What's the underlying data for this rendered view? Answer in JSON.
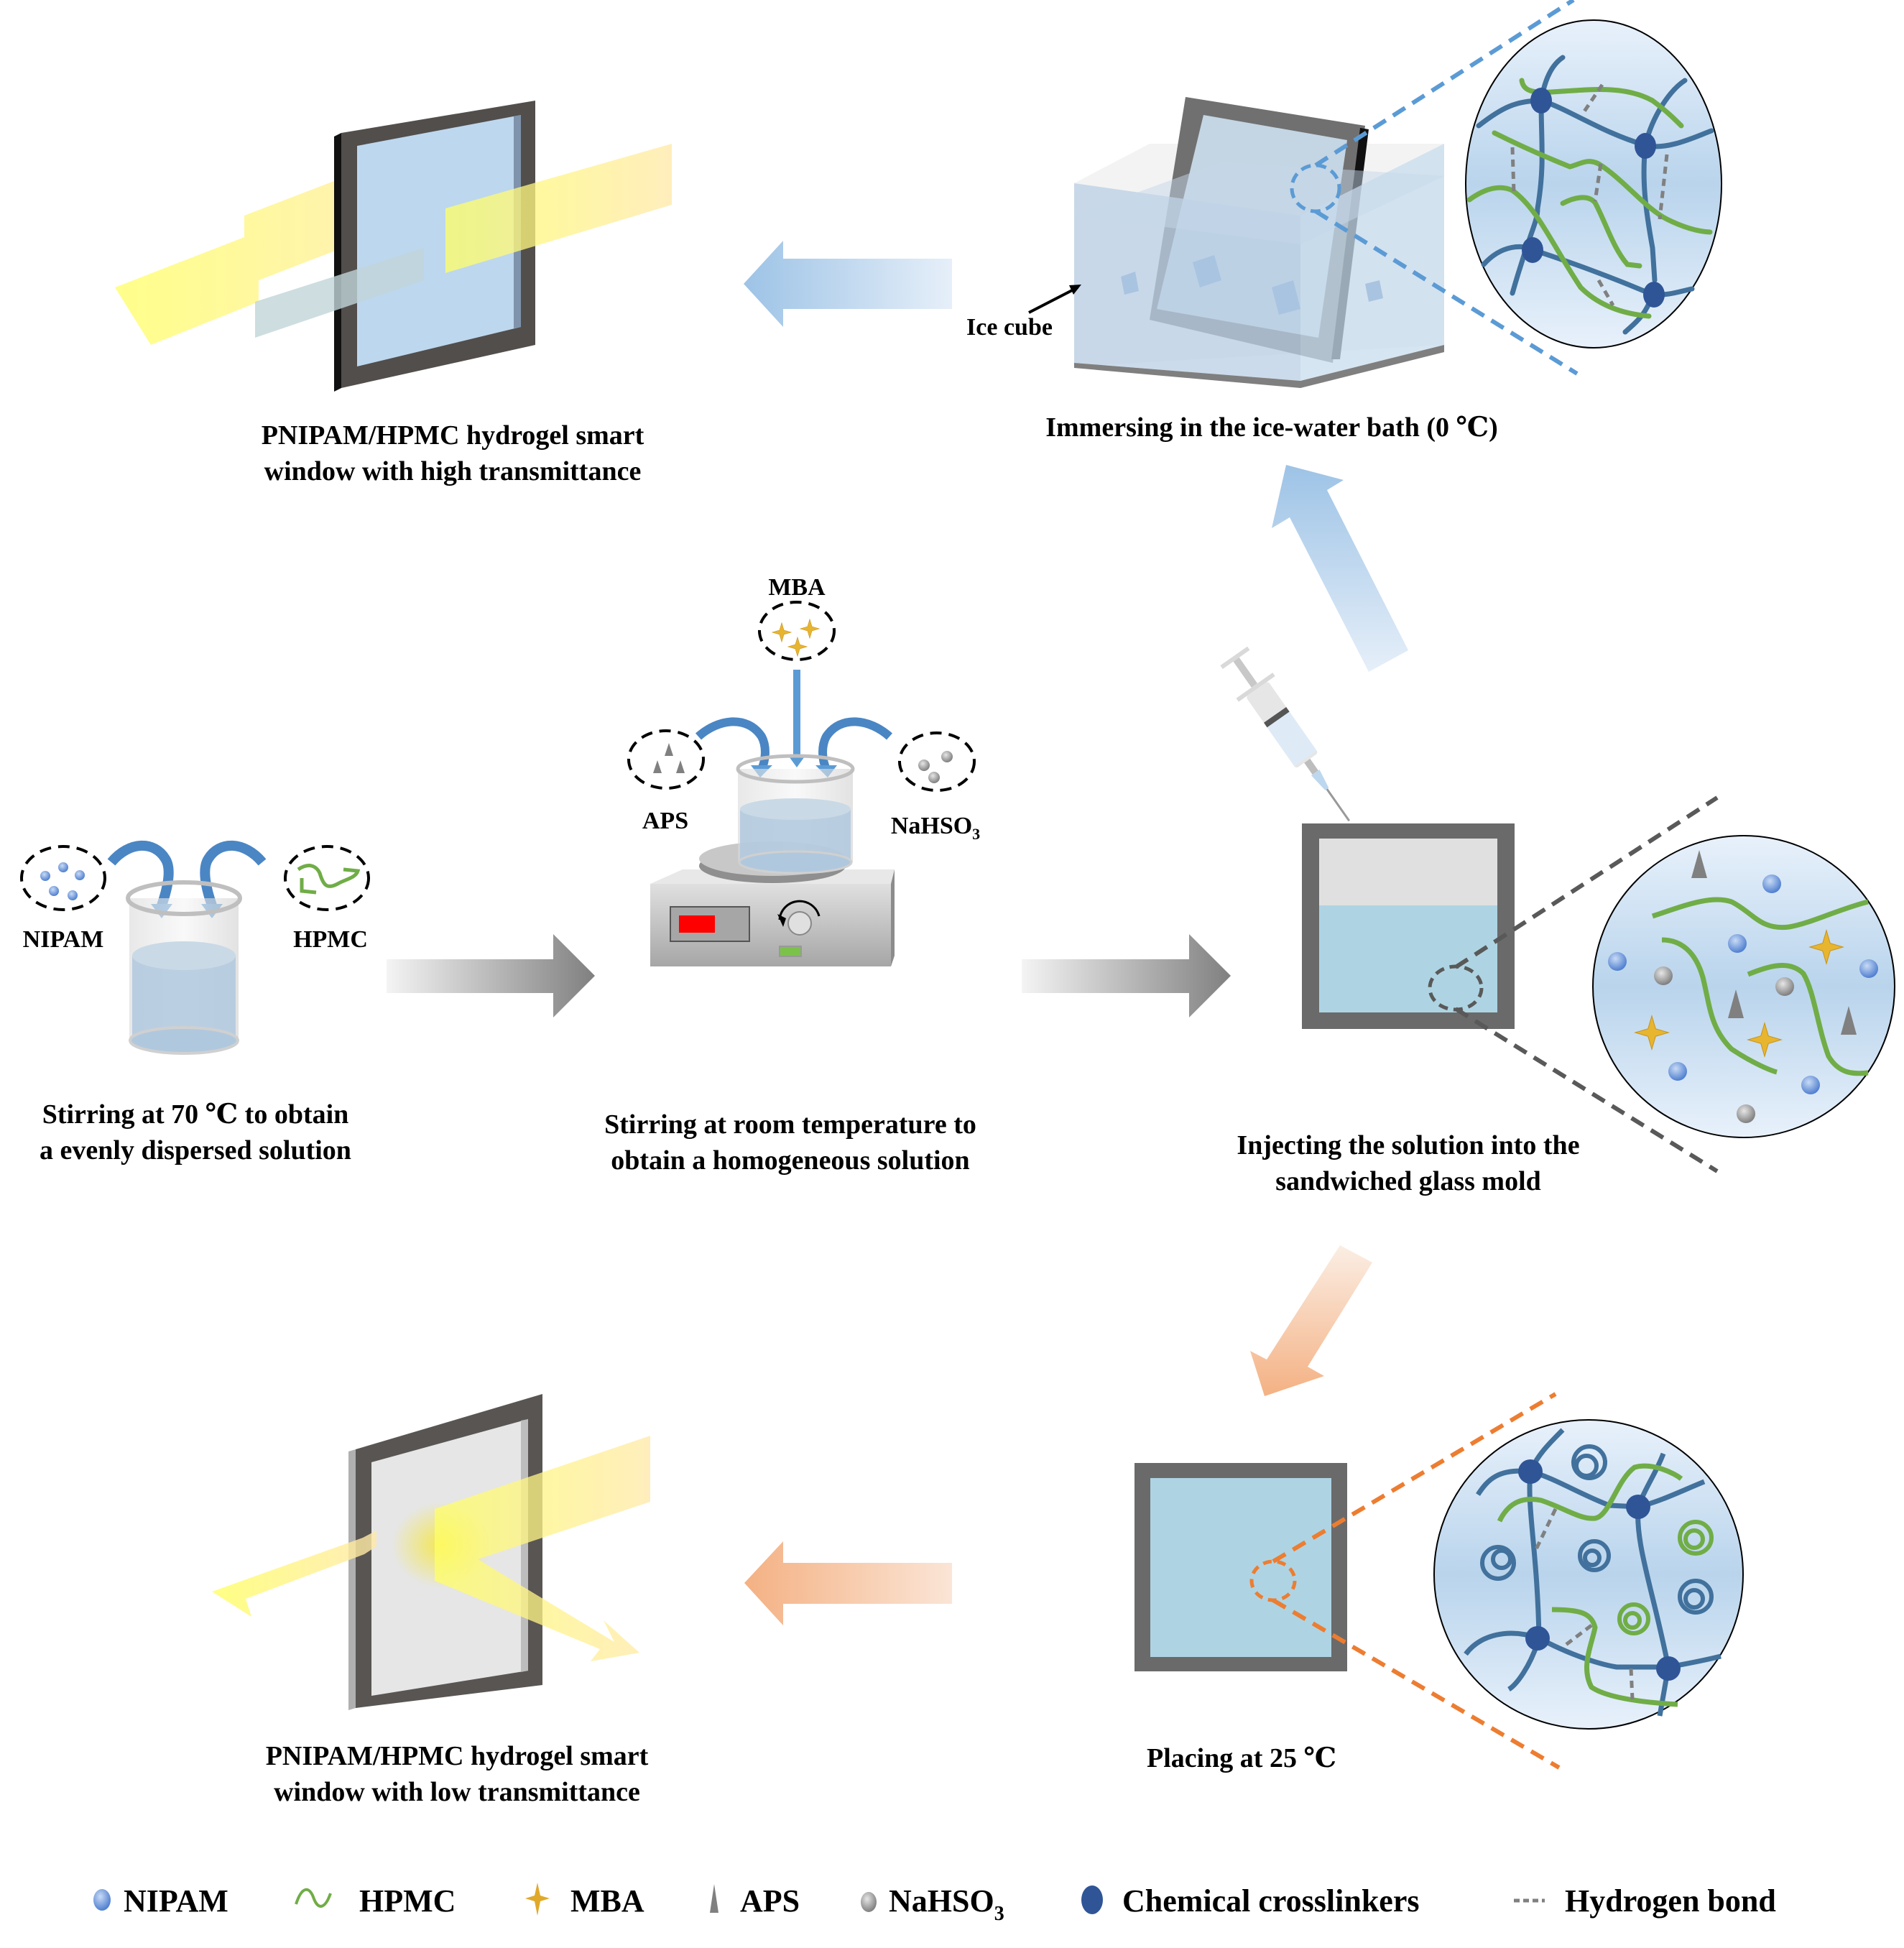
{
  "title": "Preparation process of PNIPAM/HPMC hydrogel smart window",
  "steps": {
    "step1": {
      "caption_line1": "Stirring at 70 ℃ to obtain",
      "caption_line2": "a evenly dispersed solution",
      "reagent_left": "NIPAM",
      "reagent_right": "HPMC"
    },
    "step2": {
      "caption_line1": "Stirring at room temperature to",
      "caption_line2": "obtain a homogeneous solution",
      "reagent_top": "MBA",
      "reagent_left": "APS",
      "reagent_right_main": "NaHSO",
      "reagent_right_sub": "3"
    },
    "step3": {
      "caption_line1": "Injecting the solution into the",
      "caption_line2": "sandwiched glass mold"
    },
    "step4_cold": {
      "caption": "Immersing in the ice-water bath (0 ℃)",
      "annotation": "Ice cube"
    },
    "result_high": {
      "caption_line1": "PNIPAM/HPMC hydrogel smart",
      "caption_line2": "window with high transmittance"
    },
    "step4_warm": {
      "caption": "Placing at 25 ℃"
    },
    "result_low": {
      "caption_line1": "PNIPAM/HPMC hydrogel smart",
      "caption_line2": "window with low transmittance"
    }
  },
  "legend": [
    {
      "icon": "blue-sphere-icon",
      "label": "NIPAM",
      "sub": ""
    },
    {
      "icon": "green-wave-icon",
      "label": "HPMC",
      "sub": ""
    },
    {
      "icon": "gold-star-icon",
      "label": "MBA",
      "sub": ""
    },
    {
      "icon": "gray-triangle-icon",
      "label": "APS",
      "sub": ""
    },
    {
      "icon": "gray-sphere-icon",
      "label": "NaHSO",
      "sub": "3"
    },
    {
      "icon": "navy-dot-icon",
      "label": "Chemical crosslinkers",
      "sub": ""
    },
    {
      "icon": "dashed-line-icon",
      "label": "Hydrogen bond",
      "sub": ""
    }
  ],
  "colors": {
    "nipam": "#5b8fd6",
    "hpmc": "#70ad47",
    "mba": "#e0a92a",
    "aps": "#808080",
    "nahso3": "#a6a6a6",
    "crosslinker": "#2f5597",
    "polymer_chain": "#41719c",
    "cold_accent": "#5b9bd5",
    "warm_accent": "#ed7d31",
    "frame": "#595959",
    "water": "#aed4e3"
  }
}
